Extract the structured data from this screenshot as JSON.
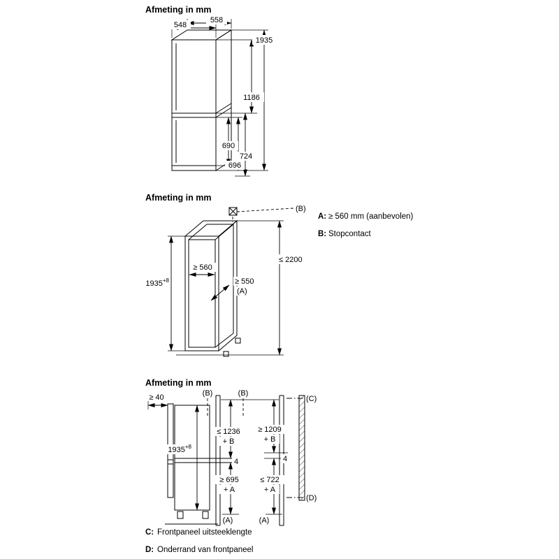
{
  "diagram1": {
    "title": "Afmeting in mm",
    "dim_548": "548",
    "dim_558": "558",
    "dim_1935": "1935",
    "dim_1186": "1186",
    "dim_690": "690",
    "dim_696": "696",
    "dim_724": "724"
  },
  "diagram2": {
    "title": "Afmeting in mm",
    "socket_ref": "(B)",
    "niche_width": "≥ 560",
    "niche_height_main": "1935",
    "niche_height_sup": "+8",
    "niche_depth": "≥ 550",
    "niche_depth_ref": "(A)",
    "max_height": "≤ 2200",
    "legend": [
      {
        "key": "A:",
        "text": "≥ 560 mm (aanbevolen)"
      },
      {
        "key": "B:",
        "text": "Stopcontact"
      }
    ]
  },
  "diagram3": {
    "title": "Afmeting in mm",
    "wall_gap": "≥ 40",
    "socket_ref_1": "(B)",
    "socket_ref_2": "(B)",
    "front_ref": "(C)",
    "bottom_ref": "(D)",
    "height_main": "1935",
    "height_sup": "+8",
    "chain1_top_value": "≤ 1236",
    "chain1_top_add": "+ B",
    "chain1_gap": "4",
    "chain1_bottom_value": "≥ 695",
    "chain1_bottom_add": "+ A",
    "chain1_ref": "(A)",
    "chain2_top_value": "≥ 1209",
    "chain2_top_add": "+ B",
    "chain2_gap": "4",
    "chain2_bottom_value": "≤ 722",
    "chain2_bottom_add": "+ A",
    "chain2_ref": "(A)",
    "legend": [
      {
        "key": "C:",
        "text": "Frontpaneel uitsteeklengte"
      },
      {
        "key": "D:",
        "text": "Onderrand van frontpaneel"
      }
    ]
  }
}
